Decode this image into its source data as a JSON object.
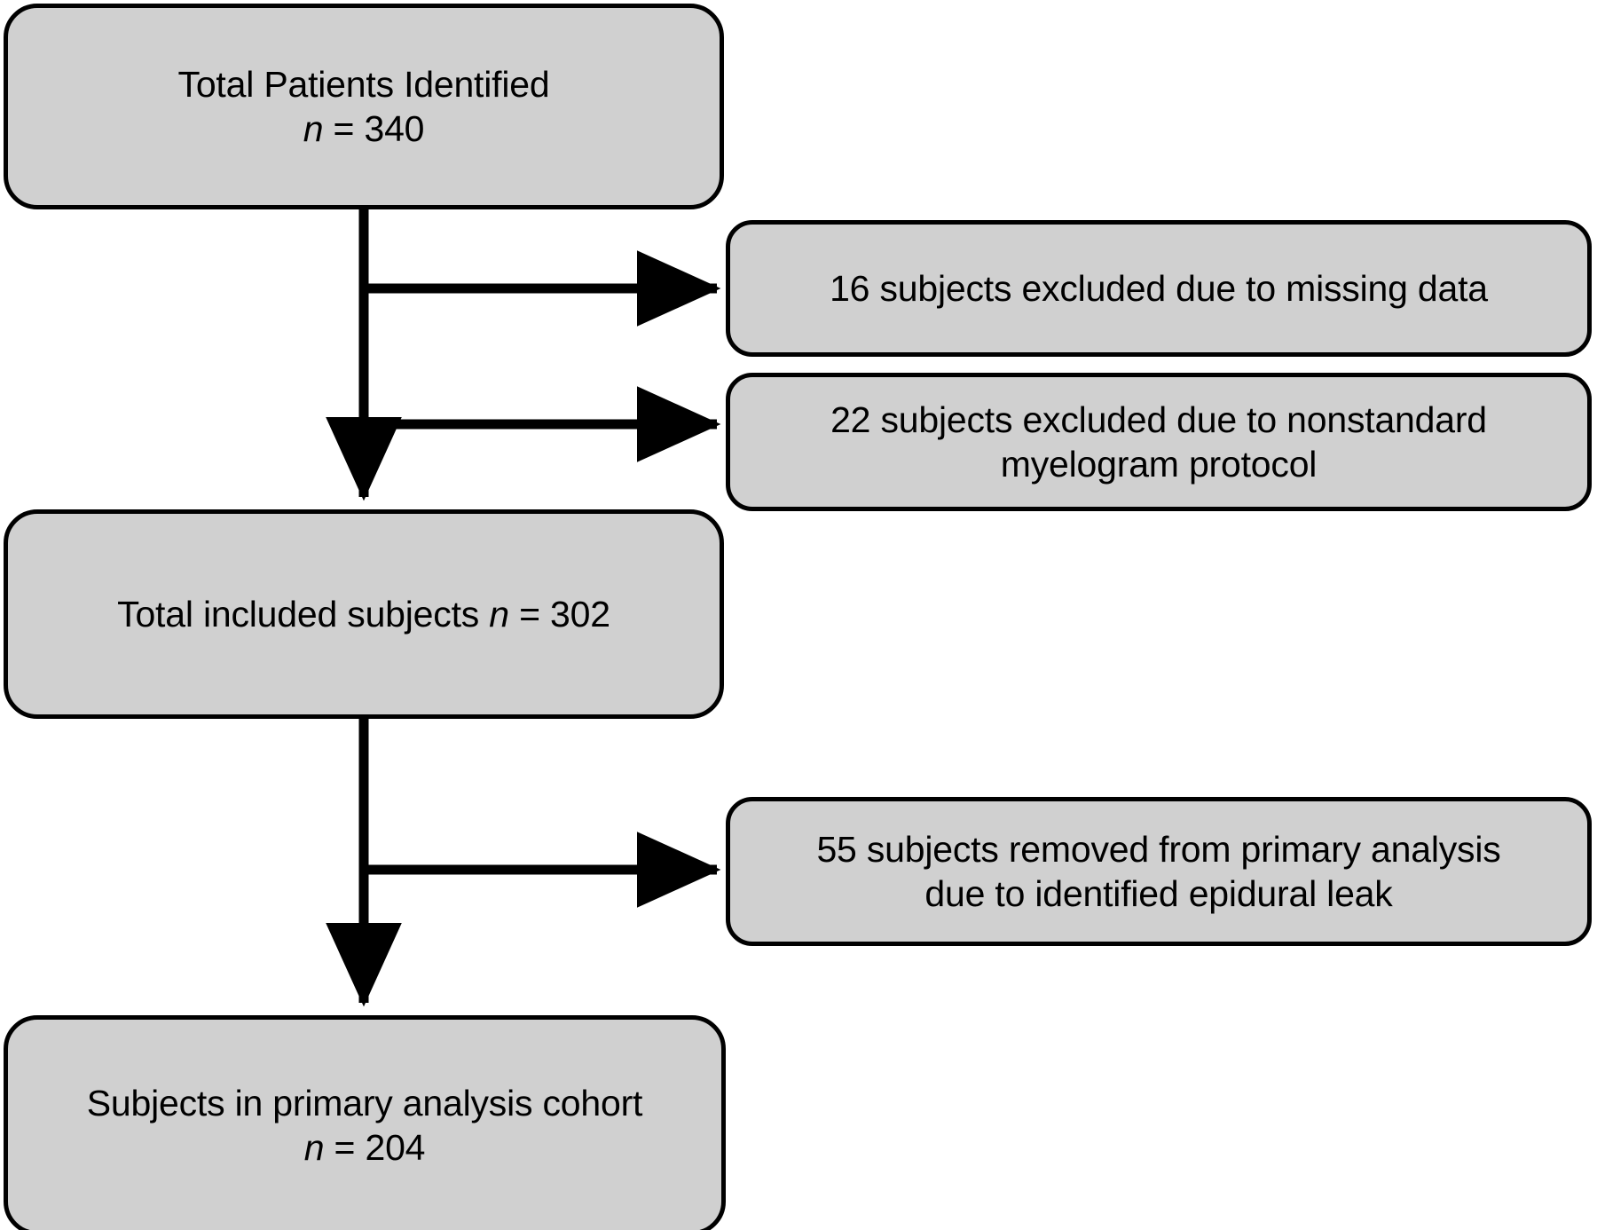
{
  "figure": {
    "type": "flowchart",
    "orientation": "top-to-bottom",
    "style": {
      "node_fill": "#d0d0d0",
      "node_border": "#000000",
      "connector_color": "#000000",
      "background": "#ffffff"
    }
  },
  "nodes": {
    "total_identified": {
      "line1": "Total Patients Identified",
      "symbol": "n",
      "equals": " = ",
      "count": "340"
    },
    "total_included": {
      "line1": "Total included subjects ",
      "symbol": "n",
      "equals": " = ",
      "count": "302"
    },
    "primary_cohort": {
      "line1": "Subjects in primary analysis cohort",
      "symbol": "n",
      "equals": " = ",
      "count": "204"
    },
    "excluded_missing_data": {
      "line1": "16 subjects excluded due to missing data",
      "count": "16",
      "reason": "missing data"
    },
    "excluded_nonstandard": {
      "line1": "22 subjects excluded due to nonstandard",
      "line2": "myelogram protocol",
      "count": "22",
      "reason": "nonstandard myelogram protocol"
    },
    "excluded_epidural_leak": {
      "line1": "55 subjects removed from primary analysis",
      "line2": "due to identified epidural leak",
      "count": "55",
      "reason": "identified epidural leak"
    }
  },
  "chart_data": {
    "type": "flowchart",
    "title": "",
    "stages": [
      {
        "id": "total_identified",
        "label": "Total Patients Identified",
        "n": 340
      },
      {
        "id": "total_included",
        "label": "Total included subjects",
        "n": 302
      },
      {
        "id": "primary_cohort",
        "label": "Subjects in primary analysis cohort",
        "n": 204
      }
    ],
    "exclusions": [
      {
        "id": "excluded_missing_data",
        "label": "16 subjects excluded due to missing data",
        "n": 16,
        "from": "total_identified"
      },
      {
        "id": "excluded_nonstandard",
        "label": "22 subjects excluded due to nonstandard myelogram protocol",
        "n": 22,
        "from": "total_identified"
      },
      {
        "id": "excluded_epidural_leak",
        "label": "55 subjects removed from primary analysis due to identified epidural leak",
        "n": 55,
        "from": "total_included"
      }
    ],
    "edges": [
      {
        "from": "total_identified",
        "to": "excluded_missing_data",
        "kind": "branch"
      },
      {
        "from": "total_identified",
        "to": "excluded_nonstandard",
        "kind": "branch"
      },
      {
        "from": "total_identified",
        "to": "total_included",
        "kind": "main"
      },
      {
        "from": "total_included",
        "to": "excluded_epidural_leak",
        "kind": "branch"
      },
      {
        "from": "total_included",
        "to": "primary_cohort",
        "kind": "main"
      }
    ]
  }
}
